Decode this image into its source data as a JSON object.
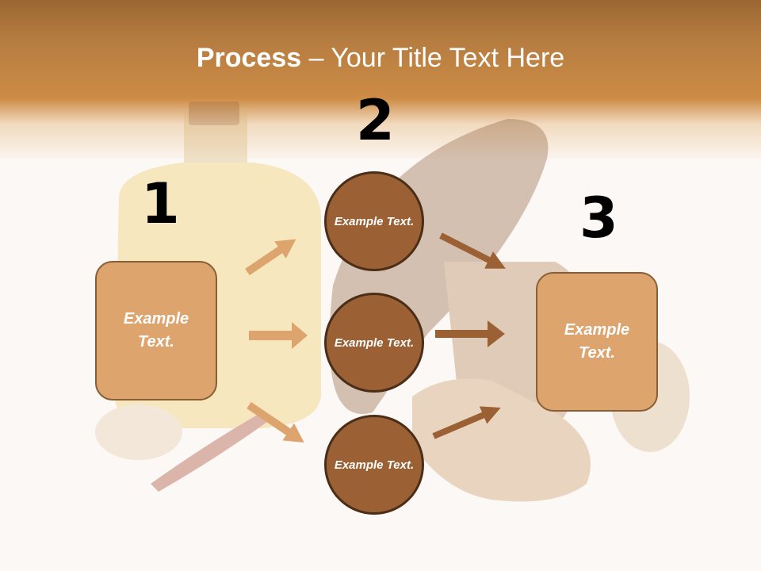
{
  "slide": {
    "title_bold": "Process",
    "title_rest": " – Your Title Text Here"
  },
  "steps": {
    "one": "1",
    "two": "2",
    "three": "3"
  },
  "boxes": {
    "left": "Example Text.",
    "right": "Example Text."
  },
  "circles": {
    "top": "Example Text.",
    "middle": "Example Text.",
    "bottom": "Example Text."
  },
  "colors": {
    "banner": "#cd8c45",
    "box_fill": "#dda46e",
    "circle_fill": "#9b6033",
    "arrow_light": "#dda46e",
    "arrow_dark": "#9b6033"
  }
}
